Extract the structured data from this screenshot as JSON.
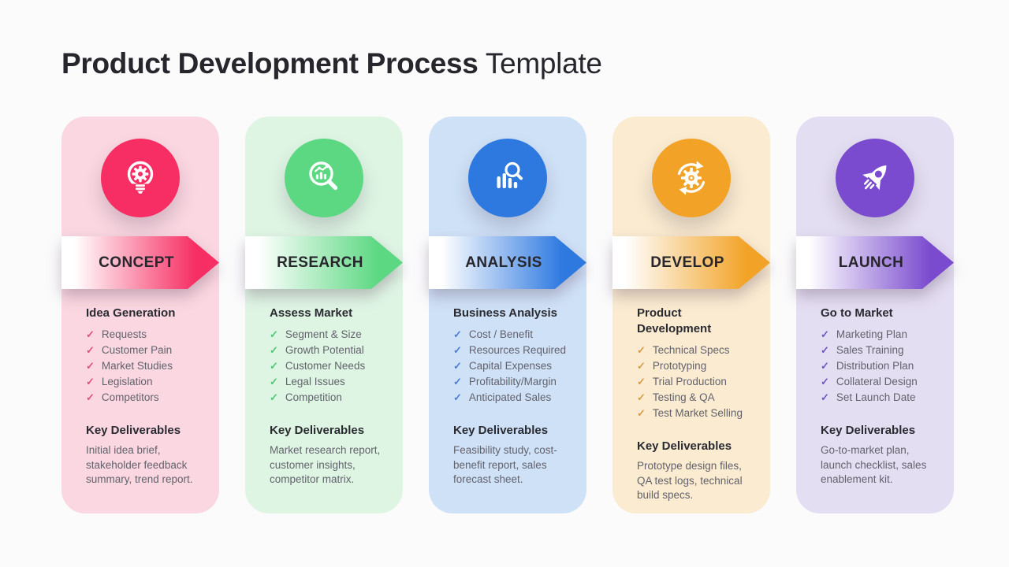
{
  "title": {
    "emphasis": "Product Development Process",
    "regular": "Template"
  },
  "check_glyph": "✓",
  "columns": [
    {
      "banner": "CONCEPT",
      "icon": "lightbulb-gear-icon",
      "colors": {
        "accent": "#F62E63",
        "card": "#FAD7E1",
        "check": "#E14E80"
      },
      "subtitle": "Idea Generation",
      "items": [
        "Requests",
        "Customer Pain",
        "Market Studies",
        "Legislation",
        "Competitors"
      ],
      "deliverables_heading": "Key Deliverables",
      "deliverables": "Initial idea brief, stakeholder feedback summary, trend report."
    },
    {
      "banner": "RESEARCH",
      "icon": "magnifier-chart-icon",
      "colors": {
        "accent": "#5BD881",
        "card": "#DFF5E4",
        "check": "#4FC773"
      },
      "subtitle": "Assess Market",
      "items": [
        "Segment & Size",
        "Growth Potential",
        "Customer Needs",
        "Legal Issues",
        "Competition"
      ],
      "deliverables_heading": "Key Deliverables",
      "deliverables": "Market research report, customer insights, competitor matrix."
    },
    {
      "banner": "ANALYSIS",
      "icon": "bar-chart-magnifier-icon",
      "colors": {
        "accent": "#2E79E0",
        "card": "#CFE1F7",
        "check": "#4A7ED8"
      },
      "subtitle": "Business Analysis",
      "items": [
        "Cost / Benefit",
        "Resources Required",
        "Capital Expenses",
        "Profitability/Margin",
        "Anticipated Sales"
      ],
      "deliverables_heading": "Key Deliverables",
      "deliverables": "Feasibility study, cost-benefit report, sales forecast sheet."
    },
    {
      "banner": "DEVELOP",
      "icon": "gear-sync-icon",
      "colors": {
        "accent": "#F2A327",
        "card": "#FAEBD1",
        "check": "#D89C44"
      },
      "subtitle": "Product Development",
      "items": [
        "Technical Specs",
        "Prototyping",
        "Trial Production",
        "Testing & QA",
        "Test Market Selling"
      ],
      "deliverables_heading": "Key Deliverables",
      "deliverables": "Prototype design files, QA test logs, technical build specs."
    },
    {
      "banner": "LAUNCH",
      "icon": "rocket-icon",
      "colors": {
        "accent": "#7A4BCF",
        "card": "#E4DEF2",
        "check": "#7156C6"
      },
      "subtitle": "Go to Market",
      "items": [
        "Marketing Plan",
        "Sales Training",
        "Distribution Plan",
        "Collateral Design",
        "Set Launch Date"
      ],
      "deliverables_heading": "Key Deliverables",
      "deliverables": "Go-to-market plan, launch checklist, sales enablement kit."
    }
  ]
}
